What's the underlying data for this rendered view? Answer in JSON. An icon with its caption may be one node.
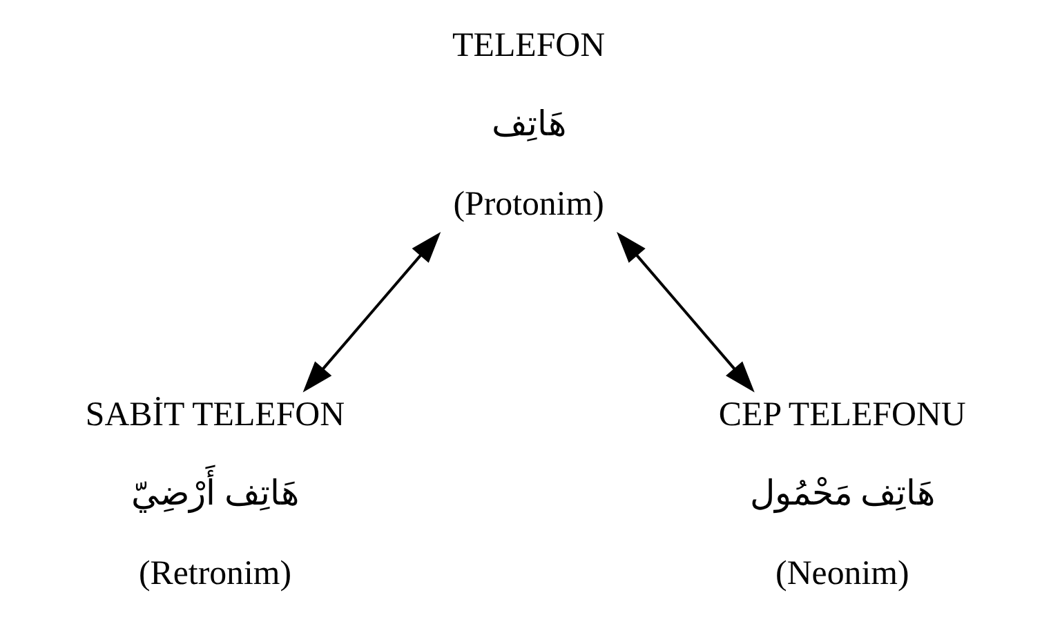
{
  "diagram": {
    "nodes": [
      {
        "text": [
          "TELEFON",
          "هَاتِف",
          "(Protonim)"
        ]
      },
      {
        "text": [
          "SABİT TELEFON",
          "هَاتِف أَرْضِيّ",
          "(Retronim)"
        ]
      },
      {
        "text": [
          "CEP TELEFONU",
          "هَاتِف مَحْمُول",
          "(Neonim)"
        ]
      }
    ],
    "edges": [
      {
        "from": 0,
        "to": 1,
        "arrow": "both"
      },
      {
        "from": 0,
        "to": 2,
        "arrow": "both"
      }
    ]
  }
}
